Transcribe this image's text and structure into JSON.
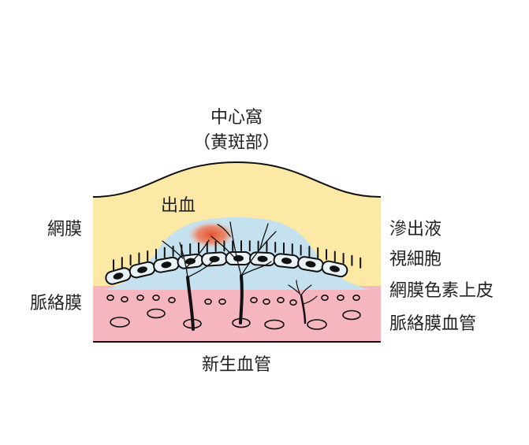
{
  "labels": {
    "fovea": "中心窩",
    "macula": "（黄斑部）",
    "hemorrhage": "出血",
    "retina_left": "網膜",
    "choroid_left": "脈絡膜",
    "exudate": "滲出液",
    "photoreceptor": "視細胞",
    "rpe": "網膜色素上皮",
    "choroid_vessel": "脈絡膜血管",
    "neovascular": "新生血管"
  },
  "colors": {
    "retina": "#fce9a6",
    "exudate": "#c5e1ef",
    "choroid": "#f5b6c0",
    "hemorrhage": "#e8502f",
    "outline": "#111111"
  }
}
